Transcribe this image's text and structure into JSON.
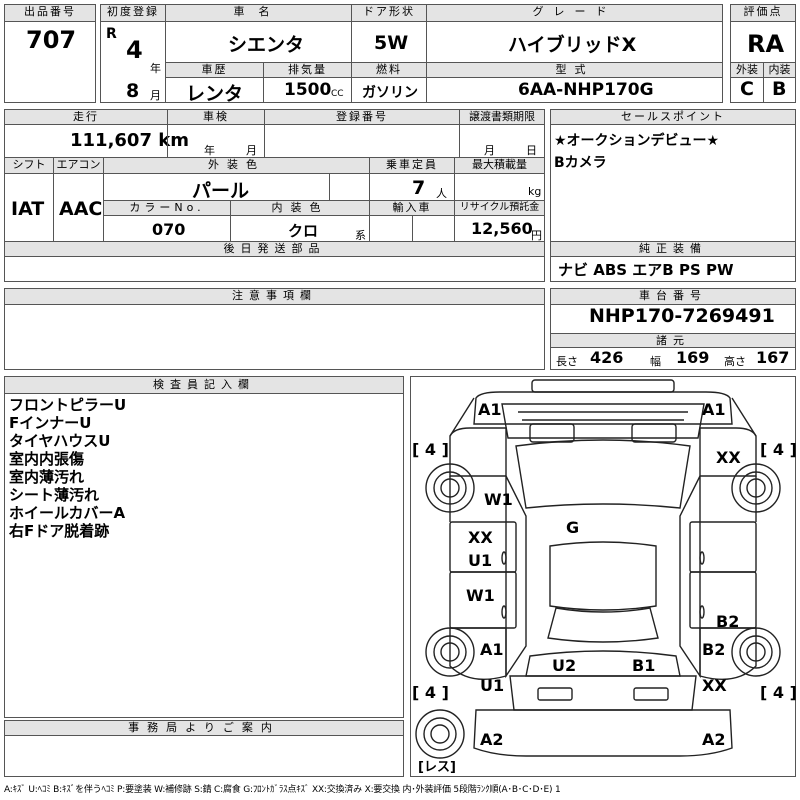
{
  "lot": {
    "label": "出品番号",
    "value": "707"
  },
  "first_reg": {
    "label": "初度登録",
    "era": "R",
    "year": "4",
    "year_unit": "年",
    "month": "8",
    "month_unit": "月"
  },
  "car_name": {
    "label": "車名",
    "value": "シエンタ"
  },
  "door": {
    "label": "ドア形状",
    "value": "5W"
  },
  "grade": {
    "label": "グレード",
    "value": "ハイブリッドX"
  },
  "score": {
    "label": "評価点",
    "value": "RA"
  },
  "history": {
    "label": "車歴",
    "value": "レンタ"
  },
  "displacement": {
    "label": "排気量",
    "value": "1500",
    "unit": "CC"
  },
  "fuel": {
    "label": "燃料",
    "value": "ガソリン"
  },
  "model": {
    "label": "型式",
    "value": "6AA-NHP170G"
  },
  "exterior_grade": {
    "label": "外装",
    "value": "C"
  },
  "interior_grade": {
    "label": "内装",
    "value": "B"
  },
  "mileage": {
    "label": "走行",
    "value": "111,607 km"
  },
  "inspection": {
    "label": "車検",
    "year_unit": "年",
    "month_unit": "月"
  },
  "reg_number": {
    "label": "登録番号"
  },
  "transfer_doc": {
    "label": "譲渡書類期限",
    "month_unit": "月",
    "day_unit": "日"
  },
  "sales_point": {
    "label": "セールスポイント",
    "lines": [
      "★オークションデビュー★",
      "Bカメラ"
    ]
  },
  "shift": {
    "label": "シフト",
    "value": "IAT"
  },
  "aircon": {
    "label": "エアコン",
    "value": "AAC"
  },
  "ext_color": {
    "label": "外装色",
    "value": "パール"
  },
  "capacity": {
    "label": "乗車定員",
    "value": "7",
    "unit": "人"
  },
  "max_load": {
    "label": "最大積載量",
    "unit": "kg"
  },
  "color_no": {
    "label": "カラーNo.",
    "value": "070"
  },
  "int_color": {
    "label": "内装色",
    "value": "クロ",
    "unit": "系"
  },
  "import": {
    "label": "輸入車"
  },
  "recycle": {
    "label": "リサイクル預託金",
    "value": "12,560",
    "unit": "円"
  },
  "later_parts": {
    "label": "後日発送部品"
  },
  "equipment": {
    "label": "純正装備",
    "value": "ナビ ABS エアB PS PW"
  },
  "notes": {
    "label": "注意事項欄"
  },
  "chassis": {
    "label": "車台番号",
    "value": "NHP170-7269491"
  },
  "dims": {
    "label": "諸元",
    "length_label": "長さ",
    "length": "426",
    "width_label": "幅",
    "width": "169",
    "height_label": "高さ",
    "height": "167"
  },
  "inspector": {
    "label": "検査員記入欄",
    "lines": [
      "フロントピラーU",
      "FインナーU",
      "タイヤハウスU",
      "室内内張傷",
      "室内薄汚れ",
      "シート薄汚れ",
      "ホイールカバーA",
      "右Fドア脱着跡"
    ]
  },
  "office": {
    "label": "事務局よりご案内"
  },
  "diagram": {
    "marks": {
      "a1_front_left": "A1",
      "a1_front_right": "A1",
      "tire_fl": "[ 4 ]",
      "tire_fr": "[ 4 ]",
      "tire_rl": "[ 4 ]",
      "tire_rr": "[ 4 ]",
      "xx_fender_r": "XX",
      "w1_front_l": "W1",
      "g_glass": "G",
      "xx_door_l": "XX",
      "u1_door_l": "U1",
      "w1_rear_door_l": "W1",
      "b2_rear_door_r": "B2",
      "a1_quarter_l": "A1",
      "b2_quarter_r": "B2",
      "u2_roof": "U2",
      "b1_roof": "B1",
      "u1_rear_l": "U1",
      "xx_rear_r": "XX",
      "a2_rear_l": "A2",
      "a2_rear_r": "A2",
      "spare": "[レス]"
    }
  },
  "legend": "A:ｷｽﾞ U:ﾍｺﾐ B:ｷｽﾞを伴うﾍｺﾐ P:要塗装 W:補修跡 S:錆 C:腐食 G:ﾌﾛﾝﾄｶﾞﾗｽ点ｷｽﾞ XX:交換済み X:要交換 内･外装評価 5段階ﾗﾝｸ順(A･B･C･D･E) 1"
}
